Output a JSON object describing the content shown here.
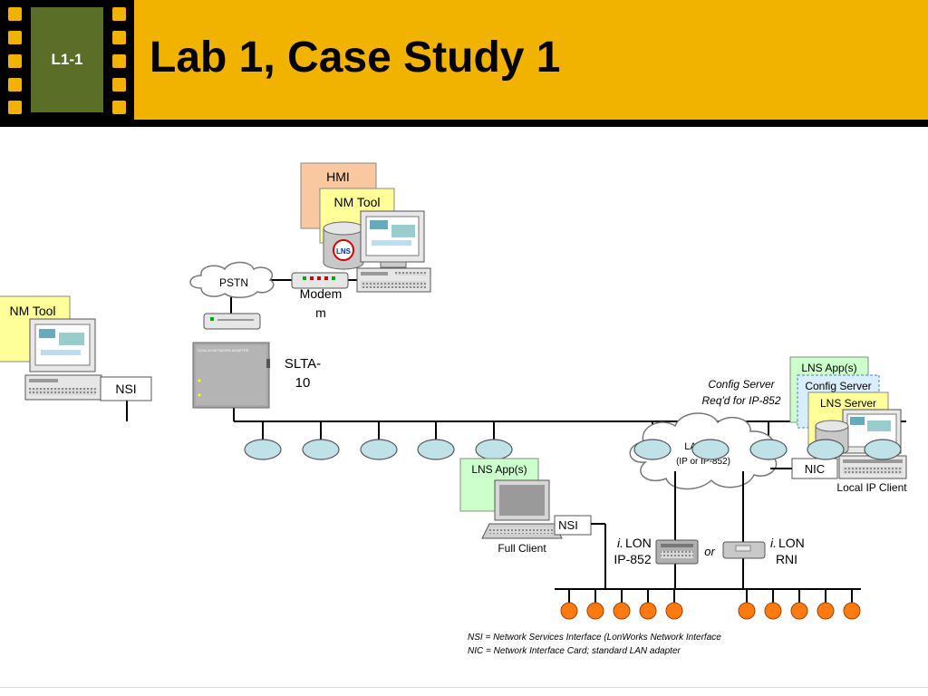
{
  "header": {
    "badge": "L1-1",
    "title": "Lab 1, Case Study 1"
  },
  "colors": {
    "header_bg": "#f2b200",
    "badge_bg": "#5a6e28",
    "node_fill": "#bfe1e8",
    "device_fill": "#ff7b12",
    "hmi_box": "#f9c8a0",
    "nm_tool_box": "#ffff99",
    "lns_app_box": "#ccffcc",
    "config_server_box": "#d9eefb"
  },
  "labels": {
    "hmi": "HMI",
    "nm_tool_top": "NM Tool",
    "lns_logo": "LNS",
    "pstn": "PSTN",
    "modem_line1": "Modem",
    "modem_line2": "m",
    "nm_tool_left": "NM Tool",
    "nsi_left": "NSI",
    "slta_line1": "SLTA-",
    "slta_line2": "10",
    "slta_plate": "SLTA-10 NETWORK ADAPTER",
    "config_server_note_1": "Config Server",
    "config_server_note_2": "Req'd for IP-852",
    "lns_apps_right": "LNS App(s)",
    "config_server_box": "Config Server",
    "lns_server_box": "LNS Server",
    "nic": "NIC",
    "local_ip_client": "Local IP Client",
    "lan_line1": "LA",
    "lan_line2": "(IP or IP-852)",
    "lns_apps_center": "LNS App(s)",
    "nsi_center": "NSI",
    "full_client": "Full Client",
    "ilon_ip_line1_prefix": "i.",
    "ilon_ip_line1": "LON",
    "ilon_ip_line2": "IP-852",
    "or": "or",
    "ilon_rni_line1_prefix": "i.",
    "ilon_rni_line1": "LON",
    "ilon_rni_line2": "RNI"
  },
  "notes": {
    "nsi_def": "NSI = Network Services Interface (LonWorks Network Interface",
    "nic_def": "NIC = Network Interface Card; standard LAN adapter"
  }
}
